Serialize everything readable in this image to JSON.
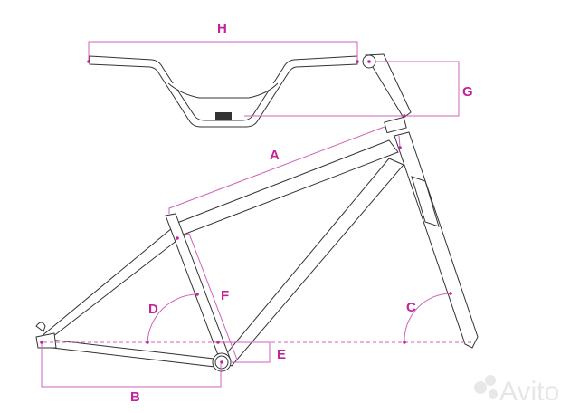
{
  "diagram": {
    "labels": {
      "A": "A",
      "B": "B",
      "C": "C",
      "D": "D",
      "E": "E",
      "F": "F",
      "G": "G",
      "H": "H"
    },
    "watermark": "Avito",
    "colors": {
      "dimension": "#c4229c",
      "frame": "#333333"
    }
  }
}
